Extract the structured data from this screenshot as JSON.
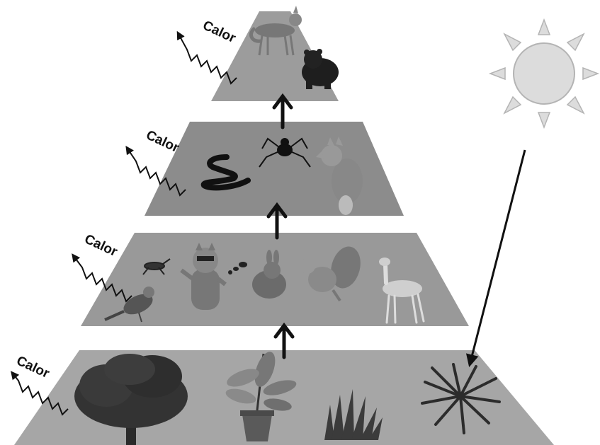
{
  "heat_label": "Calor",
  "levels": [
    {
      "id": "producers",
      "organisms": [
        {
          "name": "tree-icon",
          "kind": "tree"
        },
        {
          "name": "potted-plant-icon",
          "kind": "potted-plant"
        },
        {
          "name": "grass-icon",
          "kind": "grass"
        },
        {
          "name": "fern-icon",
          "kind": "fern"
        }
      ]
    },
    {
      "id": "primary-consumers",
      "organisms": [
        {
          "name": "bird-icon",
          "kind": "bird"
        },
        {
          "name": "grasshopper-icon",
          "kind": "insect"
        },
        {
          "name": "raccoon-icon",
          "kind": "raccoon"
        },
        {
          "name": "ant-icon",
          "kind": "ant"
        },
        {
          "name": "rabbit-icon",
          "kind": "rabbit"
        },
        {
          "name": "squirrel-icon",
          "kind": "squirrel"
        },
        {
          "name": "deer-icon",
          "kind": "deer"
        }
      ]
    },
    {
      "id": "secondary-consumers",
      "organisms": [
        {
          "name": "snake-icon",
          "kind": "snake"
        },
        {
          "name": "spider-icon",
          "kind": "spider"
        },
        {
          "name": "fox-icon",
          "kind": "fox"
        }
      ]
    },
    {
      "id": "tertiary-consumers",
      "organisms": [
        {
          "name": "coyote-icon",
          "kind": "coyote"
        },
        {
          "name": "bear-icon",
          "kind": "bear"
        }
      ]
    }
  ],
  "colors": {
    "producers": "#a6a6a6",
    "primary_consumers": "#999999",
    "secondary_consumers": "#8c8c8c",
    "tertiary_consumers": "#9c9c9c",
    "sun_fill": "#dcdcdc",
    "sun_stroke": "#b4b4b4",
    "arrow": "#111111"
  }
}
